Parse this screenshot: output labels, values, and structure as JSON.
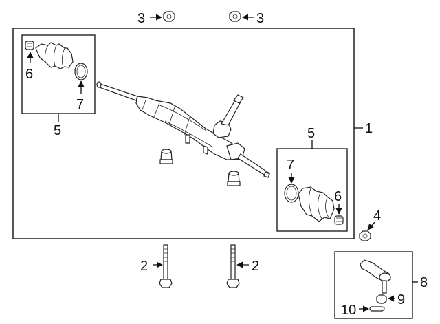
{
  "callouts": {
    "c1": "1",
    "c2_left": "2",
    "c2_right": "2",
    "c3_left": "3",
    "c3_right": "3",
    "c4": "4",
    "c5_left": "5",
    "c5_right": "5",
    "c6_left": "6",
    "c6_right": "6",
    "c7_left": "7",
    "c7_right": "7",
    "c8": "8",
    "c9": "9",
    "c10": "10"
  }
}
